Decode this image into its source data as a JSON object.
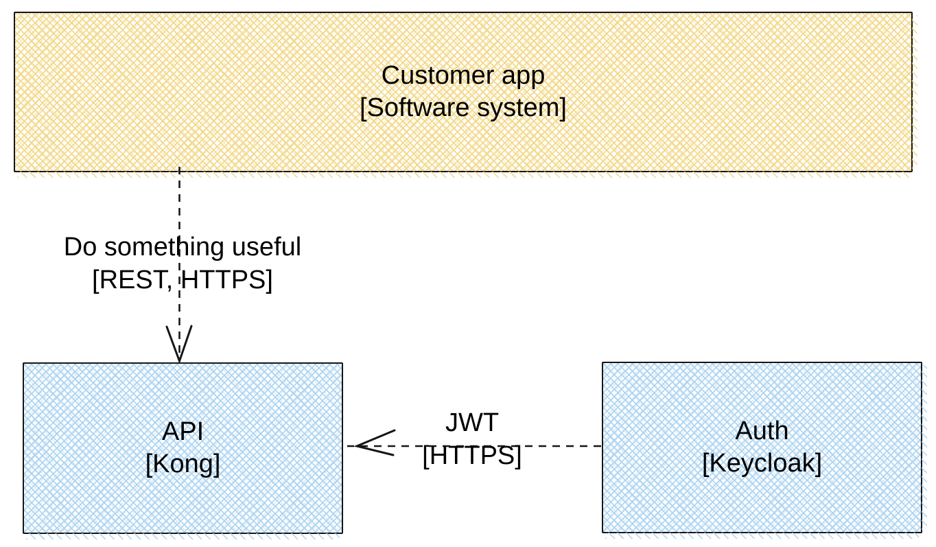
{
  "colors": {
    "background": "#ffffff",
    "stroke": "#161616",
    "text": "#000000",
    "yellow_hatch": "#f3d98b",
    "blue_hatch": "#aed5f2"
  },
  "nodes": {
    "customer_app": {
      "title": "Customer app",
      "subtitle": "[Software system]"
    },
    "api": {
      "title": "API",
      "subtitle": "[Kong]"
    },
    "auth": {
      "title": "Auth",
      "subtitle": "[Keycloak]"
    }
  },
  "edges": {
    "customer_app_to_api": {
      "label": "Do something useful",
      "technology": "[REST, HTTPS]"
    },
    "auth_to_api": {
      "label": "JWT",
      "technology": "[HTTPS]"
    }
  }
}
